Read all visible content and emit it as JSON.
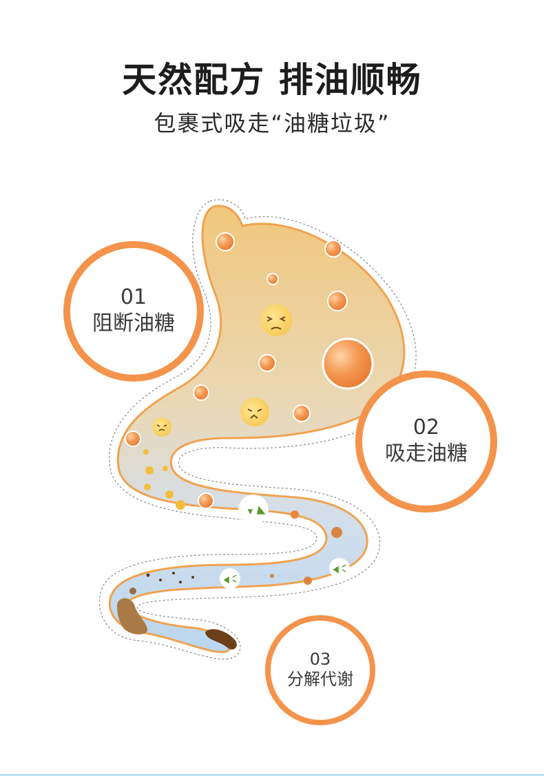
{
  "header": {
    "title": "天然配方 排油顺畅",
    "subtitle": "包裹式吸走“油糖垃圾”"
  },
  "steps": [
    {
      "number": "01",
      "label": "阻断油糖"
    },
    {
      "number": "02",
      "label": "吸走油糖"
    },
    {
      "number": "03",
      "label": "分解代谢"
    }
  ],
  "colors": {
    "accent": "#f4934b",
    "stomach_top": "#f0c97b",
    "intestine_bottom": "#b9d7f0",
    "oil_drop": "#f08a3c"
  }
}
